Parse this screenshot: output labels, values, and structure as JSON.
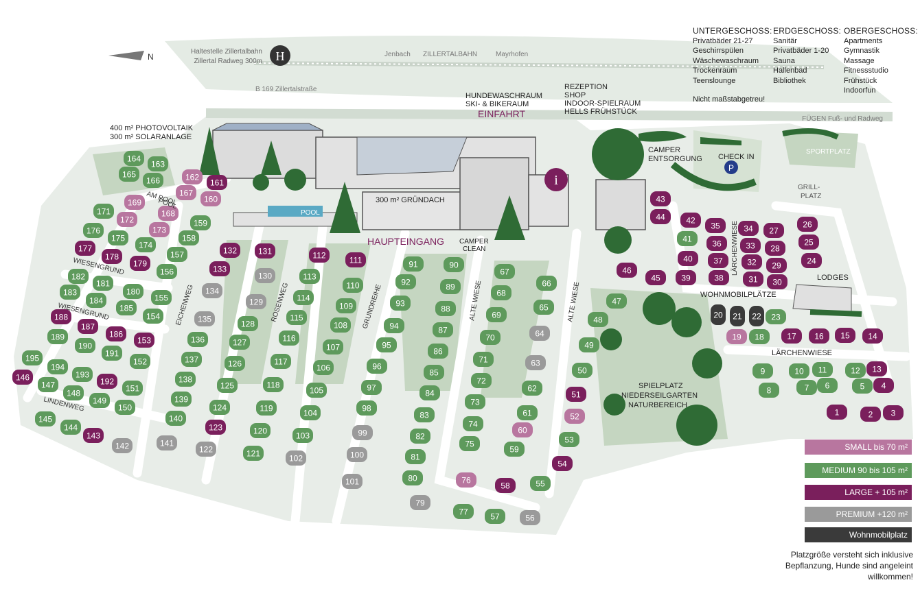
{
  "colors": {
    "small": "#b8769f",
    "medium": "#5e9a5c",
    "large": "#7a1f5c",
    "premium": "#9a9a9a",
    "wohnmobil": "#3a3a3a",
    "lane": "#d8e4d8",
    "greenArea": "#c5d6c1",
    "tree": "#2f6b35",
    "accent": "#7a1f5c"
  },
  "header": {
    "north": "N",
    "busstop": [
      "Haltestelle Zillertalbahn",
      "Zillertal Radweg 300m"
    ],
    "busstop_icon": "H",
    "rail": {
      "left": "Jenbach",
      "center": "ZILLERTALBAHN",
      "right": "Mayrhofen"
    },
    "road": "B 169 Zillertalstraße",
    "fuegen": "FÜGEN Fuß- und Radweg"
  },
  "floors": [
    {
      "title": "UNTERGESCHOSS:",
      "items": [
        "Privatbäder 21-27",
        "Geschirrspülen",
        "Wäschewaschraum",
        "Trockenraum",
        "Teenslounge"
      ]
    },
    {
      "title": "ERDGESCHOSS:",
      "items": [
        "Sanitär",
        "Privatbäder 1-20",
        "Sauna",
        "Hallenbad",
        "Bibliothek"
      ]
    },
    {
      "title": "OBERGESCHOSS:",
      "items": [
        "Apartments",
        "Gymnastik",
        "Massage",
        "Fitnessstudio",
        "Frühstück",
        "Indoorfun"
      ]
    }
  ],
  "scale_note": "Nicht maßstabgetreu!",
  "labels": {
    "solar": [
      "400 m² PHOTOVOLTAIK",
      "300 m² SOLARANLAGE"
    ],
    "hunde": "HUNDEWASCHRAUM",
    "ski": "SKI- & BIKERAUM",
    "einfahrt": "EINFAHRT",
    "rezeption": [
      "REZEPTION",
      "SHOP",
      "INDOOR-SPIELRAUM",
      "HELLS FRÜHSTÜCK"
    ],
    "gruendach": "300 m² GRÜNDACH",
    "pool": "POOL",
    "pool2": "POOL",
    "haupteingang": "HAUPTEINGANG",
    "camperclean": [
      "CAMPER",
      "CLEAN"
    ],
    "camperentsorgung": [
      "CAMPER",
      "ENTSORGUNG"
    ],
    "checkin": "CHECK IN",
    "parking": "P",
    "sportplatz": "SPORTPLATZ",
    "grillplatz": [
      "GRILL-",
      "PLATZ"
    ],
    "lodges": "LODGES",
    "wohnmobilplaetze": "WOHNMOBILPLÄTZE",
    "laerchenwiese": "LÄRCHENWIESE",
    "laerchenwiese_v": "LÄRCHENWIESE",
    "spielplatz": [
      "SPIELPLATZ",
      "NIEDERSEILGARTEN",
      "NATURBEREICH"
    ],
    "info": "i"
  },
  "streets": [
    "AM POOL",
    "WIESENGRUND",
    "WIESENGRUND",
    "LINDENWEG",
    "EICHENWEG",
    "ROSENWEG",
    "GRUNDREIHE",
    "ALTE WIESE",
    "ALTE WIESE"
  ],
  "legend": [
    "SMALL bis 70 m²",
    "MEDIUM 90 bis 105 m²",
    "LARGE + 105 m²",
    "PREMIUM +120 m²",
    "Wohnmobilplatz"
  ],
  "footnote": [
    "Platzgröße versteht sich inklusive",
    "Bepflanzung, Hunde sind angeleint",
    "willkommen!"
  ],
  "pitches": [
    [
      "164",
      "medium"
    ],
    [
      "163",
      "medium"
    ],
    [
      "165",
      "medium"
    ],
    [
      "166",
      "medium"
    ],
    [
      "162",
      "small"
    ],
    [
      "161",
      "large"
    ],
    [
      "167",
      "small"
    ],
    [
      "160",
      "small"
    ],
    [
      "171",
      "medium"
    ],
    [
      "169",
      "small"
    ],
    [
      "168",
      "small"
    ],
    [
      "172",
      "small"
    ],
    [
      "159",
      "medium"
    ],
    [
      "176",
      "medium"
    ],
    [
      "175",
      "medium"
    ],
    [
      "173",
      "small"
    ],
    [
      "158",
      "medium"
    ],
    [
      "177",
      "large"
    ],
    [
      "178",
      "large"
    ],
    [
      "179",
      "large"
    ],
    [
      "174",
      "medium"
    ],
    [
      "157",
      "medium"
    ],
    [
      "156",
      "medium"
    ],
    [
      "182",
      "medium"
    ],
    [
      "181",
      "medium"
    ],
    [
      "183",
      "medium"
    ],
    [
      "180",
      "medium"
    ],
    [
      "184",
      "medium"
    ],
    [
      "155",
      "medium"
    ],
    [
      "185",
      "medium"
    ],
    [
      "154",
      "medium"
    ],
    [
      "188",
      "large"
    ],
    [
      "187",
      "large"
    ],
    [
      "186",
      "large"
    ],
    [
      "153",
      "large"
    ],
    [
      "189",
      "medium"
    ],
    [
      "190",
      "medium"
    ],
    [
      "191",
      "medium"
    ],
    [
      "152",
      "medium"
    ],
    [
      "195",
      "medium"
    ],
    [
      "194",
      "medium"
    ],
    [
      "193",
      "medium"
    ],
    [
      "146",
      "large"
    ],
    [
      "192",
      "large"
    ],
    [
      "151",
      "medium"
    ],
    [
      "147",
      "medium"
    ],
    [
      "148",
      "medium"
    ],
    [
      "149",
      "medium"
    ],
    [
      "150",
      "medium"
    ],
    [
      "145",
      "medium"
    ],
    [
      "144",
      "medium"
    ],
    [
      "143",
      "large"
    ],
    [
      "142",
      "premium"
    ],
    [
      "141",
      "premium"
    ],
    [
      "140",
      "medium"
    ],
    [
      "139",
      "medium"
    ],
    [
      "138",
      "medium"
    ],
    [
      "137",
      "medium"
    ],
    [
      "136",
      "medium"
    ],
    [
      "135",
      "premium"
    ],
    [
      "134",
      "premium"
    ],
    [
      "133",
      "large"
    ],
    [
      "132",
      "large"
    ],
    [
      "131",
      "large"
    ],
    [
      "130",
      "premium"
    ],
    [
      "129",
      "premium"
    ],
    [
      "128",
      "medium"
    ],
    [
      "127",
      "medium"
    ],
    [
      "126",
      "medium"
    ],
    [
      "125",
      "medium"
    ],
    [
      "124",
      "medium"
    ],
    [
      "123",
      "large"
    ],
    [
      "122",
      "premium"
    ],
    [
      "121",
      "medium"
    ],
    [
      "120",
      "medium"
    ],
    [
      "119",
      "medium"
    ],
    [
      "118",
      "medium"
    ],
    [
      "117",
      "medium"
    ],
    [
      "116",
      "medium"
    ],
    [
      "115",
      "medium"
    ],
    [
      "114",
      "medium"
    ],
    [
      "113",
      "medium"
    ],
    [
      "112",
      "large"
    ],
    [
      "111",
      "large"
    ],
    [
      "110",
      "medium"
    ],
    [
      "109",
      "medium"
    ],
    [
      "108",
      "medium"
    ],
    [
      "107",
      "medium"
    ],
    [
      "106",
      "medium"
    ],
    [
      "105",
      "medium"
    ],
    [
      "104",
      "medium"
    ],
    [
      "103",
      "medium"
    ],
    [
      "102",
      "premium"
    ],
    [
      "101",
      "premium"
    ],
    [
      "100",
      "premium"
    ],
    [
      "99",
      "premium"
    ],
    [
      "98",
      "medium"
    ],
    [
      "97",
      "medium"
    ],
    [
      "96",
      "medium"
    ],
    [
      "95",
      "medium"
    ],
    [
      "94",
      "medium"
    ],
    [
      "93",
      "medium"
    ],
    [
      "92",
      "medium"
    ],
    [
      "91",
      "medium"
    ],
    [
      "90",
      "medium"
    ],
    [
      "89",
      "medium"
    ],
    [
      "88",
      "medium"
    ],
    [
      "87",
      "medium"
    ],
    [
      "86",
      "medium"
    ],
    [
      "85",
      "medium"
    ],
    [
      "84",
      "medium"
    ],
    [
      "83",
      "medium"
    ],
    [
      "82",
      "medium"
    ],
    [
      "81",
      "medium"
    ],
    [
      "80",
      "medium"
    ],
    [
      "79",
      "premium"
    ],
    [
      "77",
      "medium"
    ],
    [
      "76",
      "small"
    ],
    [
      "75",
      "medium"
    ],
    [
      "74",
      "medium"
    ],
    [
      "73",
      "medium"
    ],
    [
      "72",
      "medium"
    ],
    [
      "71",
      "medium"
    ],
    [
      "70",
      "medium"
    ],
    [
      "69",
      "medium"
    ],
    [
      "68",
      "medium"
    ],
    [
      "67",
      "medium"
    ],
    [
      "66",
      "medium"
    ],
    [
      "65",
      "medium"
    ],
    [
      "64",
      "premium"
    ],
    [
      "63",
      "premium"
    ],
    [
      "62",
      "medium"
    ],
    [
      "61",
      "medium"
    ],
    [
      "60",
      "small"
    ],
    [
      "59",
      "medium"
    ],
    [
      "58",
      "large"
    ],
    [
      "57",
      "medium"
    ],
    [
      "56",
      "premium"
    ],
    [
      "55",
      "medium"
    ],
    [
      "54",
      "large"
    ],
    [
      "53",
      "medium"
    ],
    [
      "52",
      "small"
    ],
    [
      "51",
      "large"
    ],
    [
      "50",
      "medium"
    ],
    [
      "49",
      "medium"
    ],
    [
      "48",
      "medium"
    ],
    [
      "47",
      "medium"
    ],
    [
      "46",
      "large"
    ],
    [
      "45",
      "large"
    ],
    [
      "44",
      "large"
    ],
    [
      "43",
      "large"
    ],
    [
      "42",
      "large"
    ],
    [
      "41",
      "medium"
    ],
    [
      "40",
      "large"
    ],
    [
      "39",
      "large"
    ],
    [
      "38",
      "large"
    ],
    [
      "37",
      "large"
    ],
    [
      "36",
      "large"
    ],
    [
      "35",
      "large"
    ],
    [
      "34",
      "large"
    ],
    [
      "33",
      "large"
    ],
    [
      "32",
      "large"
    ],
    [
      "31",
      "large"
    ],
    [
      "30",
      "large"
    ],
    [
      "29",
      "large"
    ],
    [
      "28",
      "large"
    ],
    [
      "27",
      "large"
    ],
    [
      "26",
      "large"
    ],
    [
      "25",
      "large"
    ],
    [
      "24",
      "large"
    ],
    [
      "23",
      "medium"
    ],
    [
      "22",
      "wohnmobil"
    ],
    [
      "21",
      "wohnmobil"
    ],
    [
      "20",
      "wohnmobil"
    ],
    [
      "19",
      "small"
    ],
    [
      "18",
      "medium"
    ],
    [
      "17",
      "large"
    ],
    [
      "16",
      "large"
    ],
    [
      "15",
      "large"
    ],
    [
      "14",
      "large"
    ],
    [
      "13",
      "large"
    ],
    [
      "12",
      "medium"
    ],
    [
      "11",
      "medium"
    ],
    [
      "10",
      "medium"
    ],
    [
      "9",
      "medium"
    ],
    [
      "8",
      "medium"
    ],
    [
      "7",
      "medium"
    ],
    [
      "6",
      "medium"
    ],
    [
      "5",
      "medium"
    ],
    [
      "4",
      "large"
    ],
    [
      "3",
      "large"
    ],
    [
      "2",
      "large"
    ],
    [
      "1",
      "large"
    ]
  ]
}
